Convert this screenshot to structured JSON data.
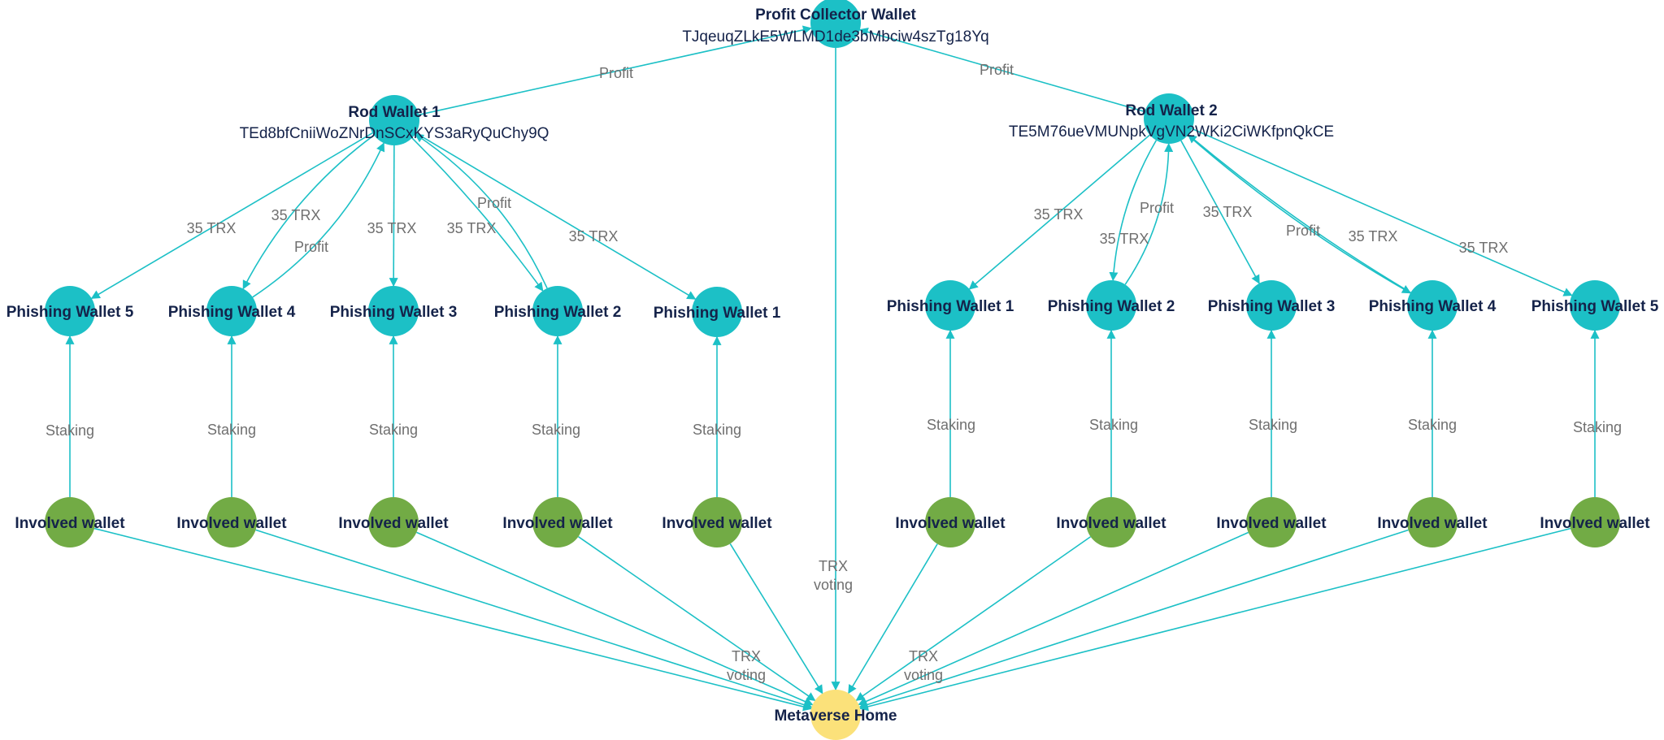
{
  "colors": {
    "wallet": "#1cc0c6",
    "involved": "#72ab45",
    "home": "#fbe17a",
    "edge": "#1cc0c6",
    "edge_label": "#6f6f6f",
    "node_label": "#15234a"
  },
  "nodes": {
    "collector": {
      "name": "Profit Collector Wallet",
      "address": "TJqeuqZLkE5WLMD1de3bMbciw4szTg18Yq",
      "kind": "wallet"
    },
    "rod1": {
      "name": "Rod Wallet 1",
      "address": "TEd8bfCniiWoZNrDnSCxKYS3aRyQuChy9Q",
      "kind": "wallet"
    },
    "rod2": {
      "name": "Rod Wallet 2",
      "address": "TE5M76ueVMUNpkVgVN2WKi2CiWKfpnQkCE",
      "kind": "wallet"
    },
    "p1_5": {
      "name": "Phishing Wallet 5",
      "kind": "wallet"
    },
    "p1_4": {
      "name": "Phishing Wallet 4",
      "kind": "wallet"
    },
    "p1_3": {
      "name": "Phishing Wallet 3",
      "kind": "wallet"
    },
    "p1_2": {
      "name": "Phishing Wallet 2",
      "kind": "wallet"
    },
    "p1_1": {
      "name": "Phishing Wallet 1",
      "kind": "wallet"
    },
    "p2_1": {
      "name": "Phishing Wallet 1",
      "kind": "wallet"
    },
    "p2_2": {
      "name": "Phishing Wallet 2",
      "kind": "wallet"
    },
    "p2_3": {
      "name": "Phishing Wallet 3",
      "kind": "wallet"
    },
    "p2_4": {
      "name": "Phishing Wallet 4",
      "kind": "wallet"
    },
    "p2_5": {
      "name": "Phishing Wallet 5",
      "kind": "wallet"
    },
    "i1": {
      "name": "Involved wallet",
      "kind": "involved"
    },
    "i2": {
      "name": "Involved wallet",
      "kind": "involved"
    },
    "i3": {
      "name": "Involved wallet",
      "kind": "involved"
    },
    "i4": {
      "name": "Involved wallet",
      "kind": "involved"
    },
    "i5": {
      "name": "Involved wallet",
      "kind": "involved"
    },
    "i6": {
      "name": "Involved wallet",
      "kind": "involved"
    },
    "i7": {
      "name": "Involved wallet",
      "kind": "involved"
    },
    "i8": {
      "name": "Involved wallet",
      "kind": "involved"
    },
    "i9": {
      "name": "Involved wallet",
      "kind": "involved"
    },
    "i10": {
      "name": "Involved wallet",
      "kind": "involved"
    },
    "home": {
      "name": "Metaverse Home",
      "kind": "home"
    }
  },
  "edges": [
    {
      "from": "rod1",
      "to": "collector",
      "label": "Profit"
    },
    {
      "from": "rod2",
      "to": "collector",
      "label": "Profit"
    },
    {
      "from": "collector",
      "to": "home",
      "label": "TRX\nvoting"
    },
    {
      "from": "rod1",
      "to": "p1_5",
      "label": "35 TRX"
    },
    {
      "from": "rod1",
      "to": "p1_4",
      "label": "35 TRX"
    },
    {
      "from": "p1_4",
      "to": "rod1",
      "label": "Profit"
    },
    {
      "from": "rod1",
      "to": "p1_3",
      "label": "35 TRX"
    },
    {
      "from": "rod1",
      "to": "p1_2",
      "label": "35 TRX"
    },
    {
      "from": "p1_2",
      "to": "rod1",
      "label": "Profit"
    },
    {
      "from": "rod1",
      "to": "p1_1",
      "label": "35 TRX"
    },
    {
      "from": "rod2",
      "to": "p2_1",
      "label": "35 TRX"
    },
    {
      "from": "rod2",
      "to": "p2_2",
      "label": "35 TRX"
    },
    {
      "from": "p2_2",
      "to": "rod2",
      "label": "Profit"
    },
    {
      "from": "rod2",
      "to": "p2_3",
      "label": "35 TRX"
    },
    {
      "from": "p2_4",
      "to": "rod2",
      "label": "Profit"
    },
    {
      "from": "rod2",
      "to": "p2_4",
      "label": "35 TRX"
    },
    {
      "from": "rod2",
      "to": "p2_5",
      "label": "35 TRX"
    },
    {
      "from": "i1",
      "to": "p1_5",
      "label": "Staking"
    },
    {
      "from": "i2",
      "to": "p1_4",
      "label": "Staking"
    },
    {
      "from": "i3",
      "to": "p1_3",
      "label": "Staking"
    },
    {
      "from": "i4",
      "to": "p1_2",
      "label": "Staking"
    },
    {
      "from": "i5",
      "to": "p1_1",
      "label": "Staking"
    },
    {
      "from": "i6",
      "to": "p2_1",
      "label": "Staking"
    },
    {
      "from": "i7",
      "to": "p2_2",
      "label": "Staking"
    },
    {
      "from": "i8",
      "to": "p2_3",
      "label": "Staking"
    },
    {
      "from": "i9",
      "to": "p2_4",
      "label": "Staking"
    },
    {
      "from": "i10",
      "to": "p2_5",
      "label": "Staking"
    },
    {
      "from": "i1",
      "to": "home",
      "label": ""
    },
    {
      "from": "i2",
      "to": "home",
      "label": ""
    },
    {
      "from": "i3",
      "to": "home",
      "label": ""
    },
    {
      "from": "i4",
      "to": "home",
      "label": "TRX\nvoting"
    },
    {
      "from": "i5",
      "to": "home",
      "label": ""
    },
    {
      "from": "i6",
      "to": "home",
      "label": "TRX\nvoting"
    },
    {
      "from": "i7",
      "to": "home",
      "label": ""
    },
    {
      "from": "i8",
      "to": "home",
      "label": ""
    },
    {
      "from": "i9",
      "to": "home",
      "label": ""
    },
    {
      "from": "i10",
      "to": "home",
      "label": ""
    }
  ]
}
